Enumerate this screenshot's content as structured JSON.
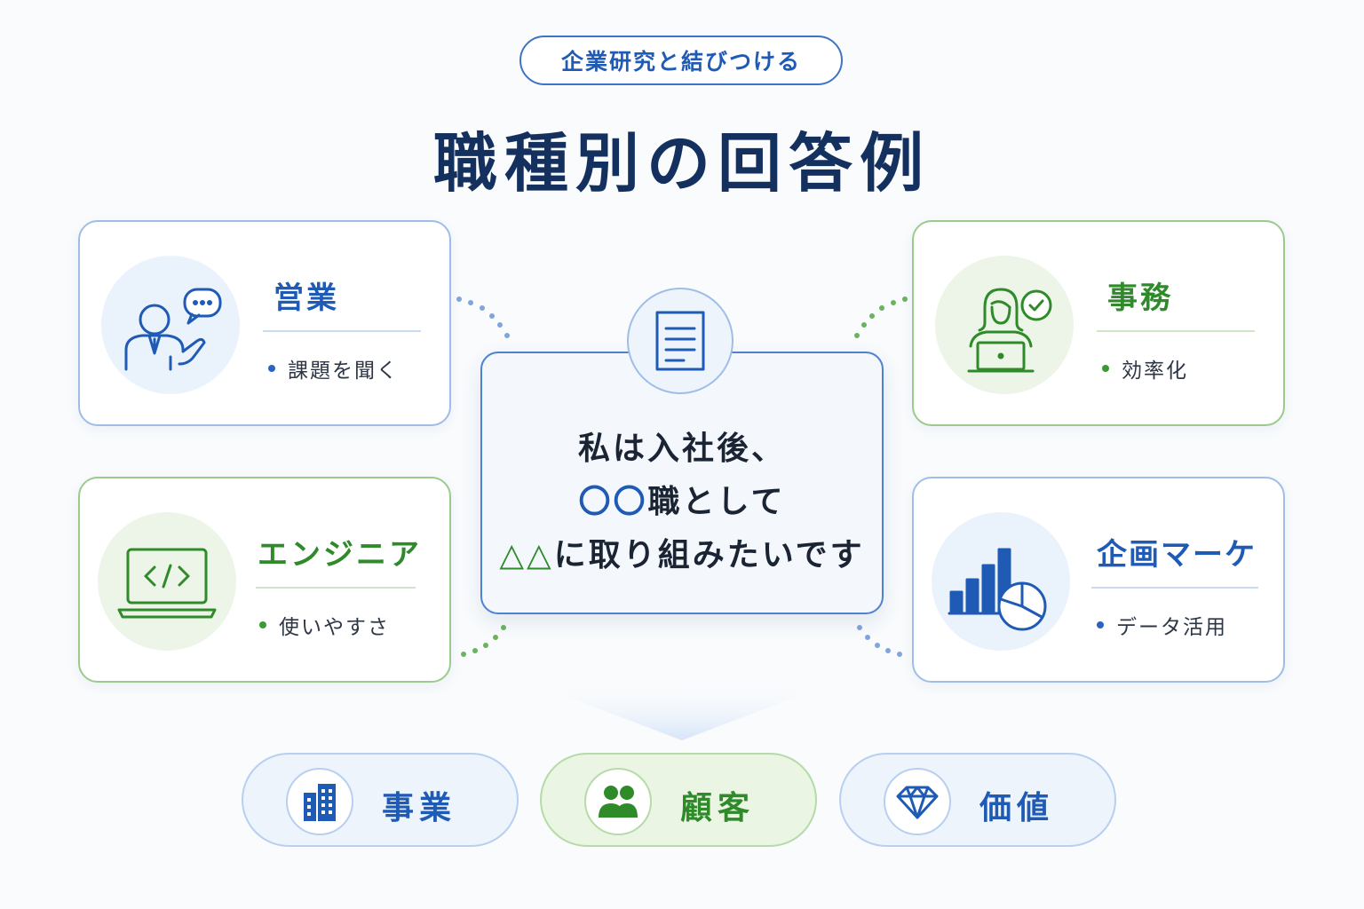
{
  "header": {
    "tag": "企業研究と結びつける",
    "title": "職種別の回答例"
  },
  "cards": {
    "sales": {
      "title": "営業",
      "point": "課題を聞く"
    },
    "office": {
      "title": "事務",
      "point": "効率化"
    },
    "engineer": {
      "title": "エンジニア",
      "point": "使いやすさ"
    },
    "marketing": {
      "title": "企画マーケ",
      "point": "データ活用"
    }
  },
  "center": {
    "line1": "私は入社後、",
    "line2_mark": "〇〇",
    "line2_rest": "職として",
    "line3_mark": "△△",
    "line3_rest": "に取り組みたいです"
  },
  "bottom": {
    "business": "事業",
    "customer": "顧客",
    "value": "価値"
  },
  "colors": {
    "blue": "#1f5bb5",
    "green": "#2f8a2a",
    "navy": "#14305e"
  },
  "icons": {
    "sales": "person-speech-icon",
    "office": "woman-laptop-check-icon",
    "engineer": "laptop-code-icon",
    "marketing": "bar-pie-chart-icon",
    "center": "document-icon",
    "business": "building-icon",
    "customer": "people-icon",
    "value": "diamond-icon"
  }
}
